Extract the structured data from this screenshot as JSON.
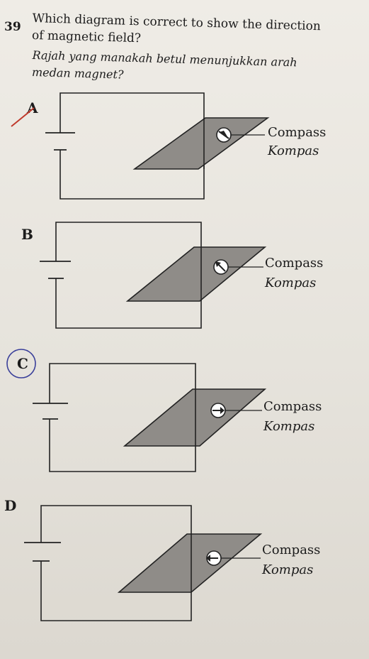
{
  "question": {
    "number": "39",
    "text_en_line1": "Which diagram is correct to show the direction",
    "text_en_line2": "of magnetic field?",
    "text_ms_line1": "Rajah yang manakah betul menunjukkan arah",
    "text_ms_line2": "medan magnet?"
  },
  "options": [
    {
      "letter": "A",
      "compass_en": "Compass",
      "compass_ms": "Kompas",
      "needle": "down-right"
    },
    {
      "letter": "B",
      "compass_en": "Compass",
      "compass_ms": "Kompas",
      "needle": "up-left"
    },
    {
      "letter": "C",
      "compass_en": "Compass",
      "compass_ms": "Kompas",
      "needle": "right",
      "circled": true
    },
    {
      "letter": "D",
      "compass_en": "Compass",
      "compass_ms": "Kompas",
      "needle": "left"
    }
  ]
}
